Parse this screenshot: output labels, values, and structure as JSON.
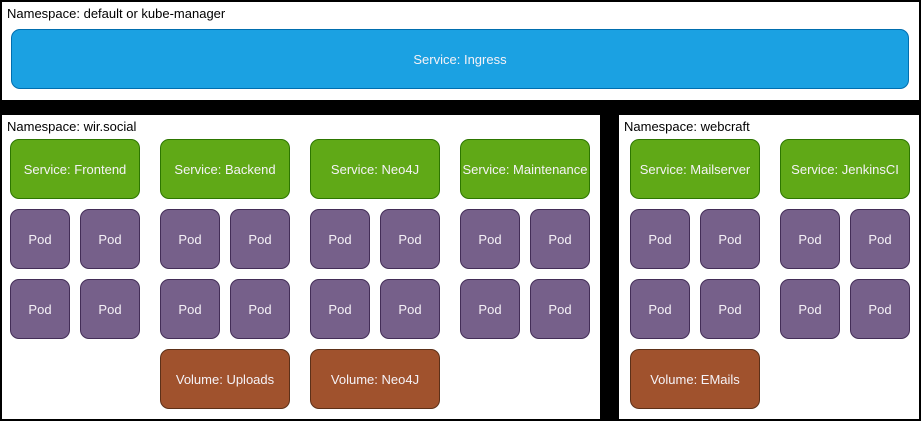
{
  "colors": {
    "background": "#000000",
    "namespace_fill": "#ffffff",
    "label_text": "#000000",
    "box_text": "#ffffff",
    "ingress_fill": "#1ba1e2",
    "ingress_border": "#006eaf",
    "service_fill": "#60a917",
    "service_border": "#2d7600",
    "pod_fill": "#76608a",
    "pod_border": "#432d57",
    "volume_fill": "#a0522d",
    "volume_border": "#5d3018"
  },
  "namespaces": [
    {
      "id": "default",
      "label": "Namespace: default or kube-manager",
      "ingress": {
        "label": "Service: Ingress"
      }
    },
    {
      "id": "wir-social",
      "label": "Namespace: wir.social",
      "columns": [
        {
          "service": "Service: Frontend",
          "pods": [
            "Pod",
            "Pod",
            "Pod",
            "Pod"
          ],
          "volume": null
        },
        {
          "service": "Service: Backend",
          "pods": [
            "Pod",
            "Pod",
            "Pod",
            "Pod"
          ],
          "volume": "Volume: Uploads"
        },
        {
          "service": "Service: Neo4J",
          "pods": [
            "Pod",
            "Pod",
            "Pod",
            "Pod"
          ],
          "volume": "Volume: Neo4J"
        },
        {
          "service": "Service: Maintenance",
          "pods": [
            "Pod",
            "Pod",
            "Pod",
            "Pod"
          ],
          "volume": null
        }
      ]
    },
    {
      "id": "webcraft",
      "label": "Namespace: webcraft",
      "columns": [
        {
          "service": "Service: Mailserver",
          "pods": [
            "Pod",
            "Pod",
            "Pod",
            "Pod"
          ],
          "volume": "Volume: EMails"
        },
        {
          "service": "Service: JenkinsCI",
          "pods": [
            "Pod",
            "Pod",
            "Pod",
            "Pod"
          ],
          "volume": null
        }
      ]
    }
  ]
}
